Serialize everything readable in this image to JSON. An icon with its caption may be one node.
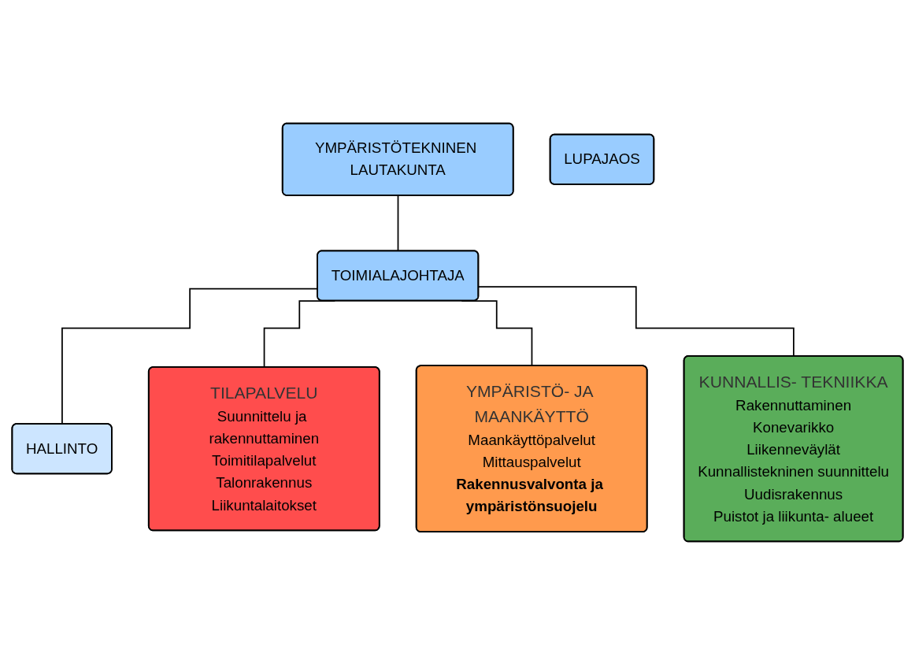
{
  "diagram": {
    "nodes": [
      {
        "text": [
          "YMPÄRISTÖTEKNINEN LAUTAKUNTA"
        ]
      },
      {
        "text": [
          "LUPAJAOS"
        ]
      },
      {
        "text": [
          "TOIMIALAJOHTAJA"
        ]
      },
      {
        "text": [
          "HALLINTO"
        ]
      },
      {
        "text": [
          "TILAPALVELU",
          "Suunnittelu ja rakennuttaminen",
          "Toimitilapalvelut",
          "Talonrakennus",
          "Liikuntalaitokset"
        ]
      },
      {
        "text": [
          "YMPÄRISTÖ- JA MAANKÄYTTÖ",
          "Maankäyttöpalvelut",
          "Mittauspalvelut",
          "Rakennusvalvonta ja ympäristönsuojelu"
        ]
      },
      {
        "text": [
          "KUNNALLIS- TEKNIIKKA",
          "Rakennuttaminen",
          "Konevarikko",
          "Liikenneväylät",
          "Kunnallistekninen suunnittelu",
          "Uudisrakennus",
          "Puistot ja liikunta- alueet"
        ]
      }
    ],
    "edges": [
      {
        "from": 0,
        "to": 2,
        "arrow": "none"
      },
      {
        "from": 2,
        "to": 3,
        "arrow": "none"
      },
      {
        "from": 2,
        "to": 4,
        "arrow": "none"
      },
      {
        "from": 2,
        "to": 5,
        "arrow": "none"
      },
      {
        "from": 2,
        "to": 6,
        "arrow": "none"
      }
    ]
  }
}
